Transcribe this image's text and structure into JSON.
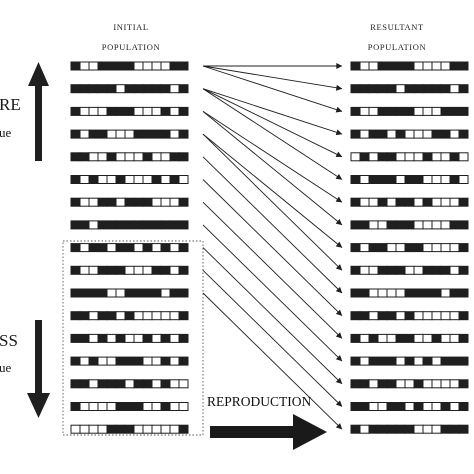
{
  "headers": {
    "initial_line1": "INITIAL",
    "initial_line2": "POPULATION",
    "resultant_line1": "RESULTANT",
    "resultant_line2": "POPULATION"
  },
  "side_labels": {
    "top_partial": "RE",
    "top_sub": "ue",
    "bottom_partial": "SS",
    "bottom_sub": "ue"
  },
  "reproduction_label": "REPRODUCTION",
  "colors": {
    "ink": "#1f1f1f",
    "paper": "#ffffff"
  },
  "initial_population": [
    "1001111000011",
    "1111101111101",
    "1000111000101",
    "1011000111101",
    "1100100010011",
    "1010010001010",
    "1001101110001",
    "1101111111111",
    "1011011010101",
    "1001110001101",
    "1111001111011",
    "1101101000001",
    "1101010010101",
    "1010011100101",
    "1101110110100",
    "1000011100100",
    "0000111000001"
  ],
  "resultant_population": [
    "1001111000011",
    "1111101111101",
    "1001111000111",
    "1011010001101",
    "0101100010010",
    "1011101100010",
    "1001011010001",
    "1100111000011",
    "1011001100001",
    "1001110011101",
    "1100001111011",
    "1101101000001",
    "1010011001001",
    "1011101010111",
    "1101100100001",
    "1100110100101",
    "1011111000111"
  ],
  "reproduction_map": [
    0,
    0,
    0,
    1,
    1,
    1,
    2,
    2,
    3,
    3,
    4,
    5,
    6,
    7,
    8,
    9,
    10
  ]
}
